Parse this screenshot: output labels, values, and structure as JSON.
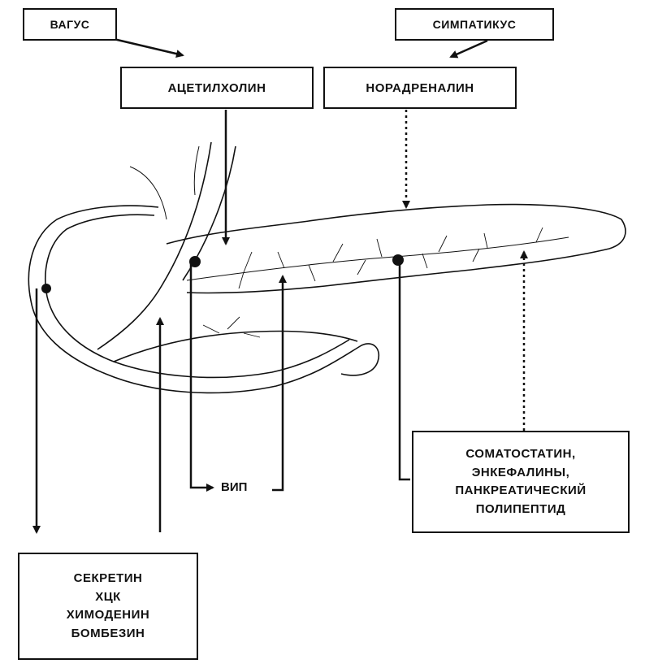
{
  "boxes": {
    "vagus": "ВАГУС",
    "sympathicus": "СИМПАТИКУС",
    "acetylcholine": "АЦЕТИЛХОЛИН",
    "noradrenaline": "НОРАДРЕНАЛИН"
  },
  "somatostatin_box": {
    "lines": [
      "СОМАТОСТАТИН,",
      "ЭНКЕФАЛИНЫ,",
      "ПАНКРЕАТИЧЕСКИЙ",
      "ПОЛИПЕПТИД"
    ]
  },
  "secretin_box": {
    "lines": [
      "СЕКРЕТИН",
      "ХЦК",
      "ХИМОДЕНИН",
      "БОМБЕЗИН"
    ]
  },
  "vip_label": "ВИП",
  "colors": {
    "ink": "#111111",
    "background": "#ffffff"
  }
}
